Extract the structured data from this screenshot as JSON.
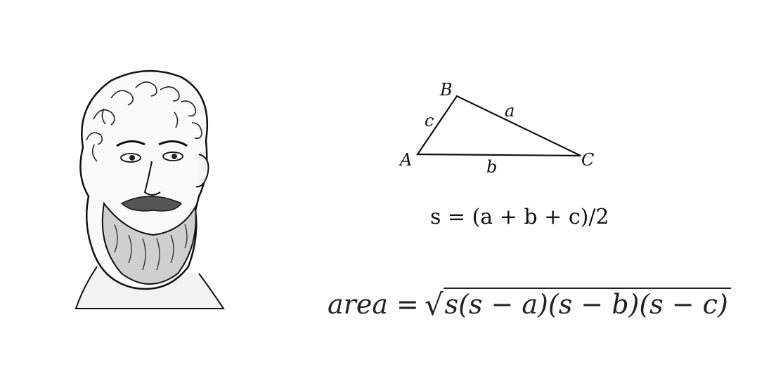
{
  "triangle": {
    "vertices": {
      "A": "A",
      "B": "B",
      "C": "C"
    },
    "sides": {
      "a": "a",
      "b": "b",
      "c": "c"
    }
  },
  "formulas": {
    "semi_perimeter": "s = (a + b + c)/2",
    "area_word": "area",
    "area_equals": "=",
    "area_radical": "√",
    "area_radicand": "s(s − a)(s − b)(s − c)"
  }
}
